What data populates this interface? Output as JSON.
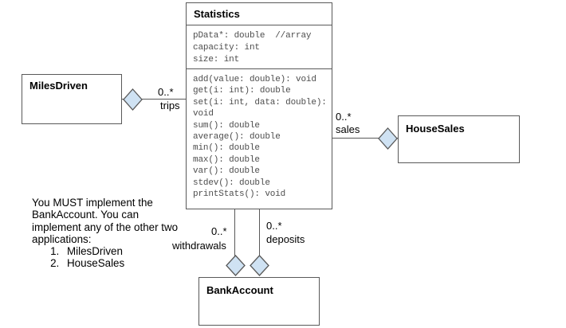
{
  "diagram": {
    "kind": "uml-class-diagram",
    "classes": {
      "statistics": {
        "name": "Statistics",
        "attributes": [
          "pData*: double  //array",
          "capacity: int",
          "size: int"
        ],
        "methods": [
          "add(value: double): void",
          "get(i: int): double",
          "set(i: int, data: double): void",
          "sum(): double",
          "average(): double",
          "min(): double",
          "max(): double",
          "var(): double",
          "stdev(): double",
          "printStats(): void"
        ]
      },
      "miles_driven": {
        "name": "MilesDriven"
      },
      "house_sales": {
        "name": "HouseSales"
      },
      "bank_account": {
        "name": "BankAccount"
      }
    },
    "relationships": [
      {
        "type": "aggregation",
        "owner": "MilesDriven",
        "part": "Statistics",
        "multiplicity": "0..*",
        "role": "trips"
      },
      {
        "type": "aggregation",
        "owner": "HouseSales",
        "part": "Statistics",
        "multiplicity": "0..*",
        "role": "sales"
      },
      {
        "type": "aggregation",
        "owner": "BankAccount",
        "part": "Statistics",
        "multiplicity": "0..*",
        "role": "withdrawals"
      },
      {
        "type": "aggregation",
        "owner": "BankAccount",
        "part": "Statistics",
        "multiplicity": "0..*",
        "role": "deposits"
      }
    ],
    "note": {
      "intro": "You MUST implement the BankAccount. You can implement any of the other two applications:",
      "items": [
        "MilesDriven",
        "HouseSales"
      ]
    },
    "colors": {
      "diamond_fill": "#cfe2f3",
      "line": "#595959",
      "code_text": "#4d4d4d"
    }
  }
}
